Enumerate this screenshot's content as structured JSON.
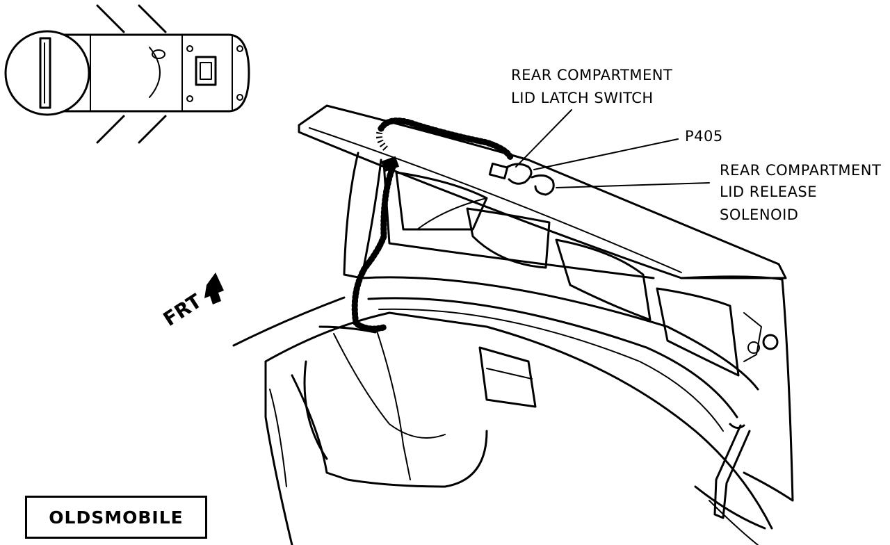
{
  "labels": {
    "latch_switch_line1": "REAR COMPARTMENT",
    "latch_switch_line2": "LID LATCH SWITCH",
    "connector": "P405",
    "solenoid_line1": "REAR COMPARTMENT",
    "solenoid_line2": "LID RELEASE",
    "solenoid_line3": "SOLENOID",
    "front_arrow": "FRT",
    "brand": "OLDSMOBILE"
  },
  "icons": {
    "locator": "vehicle-top-view-icon",
    "front": "front-arrow-icon"
  }
}
